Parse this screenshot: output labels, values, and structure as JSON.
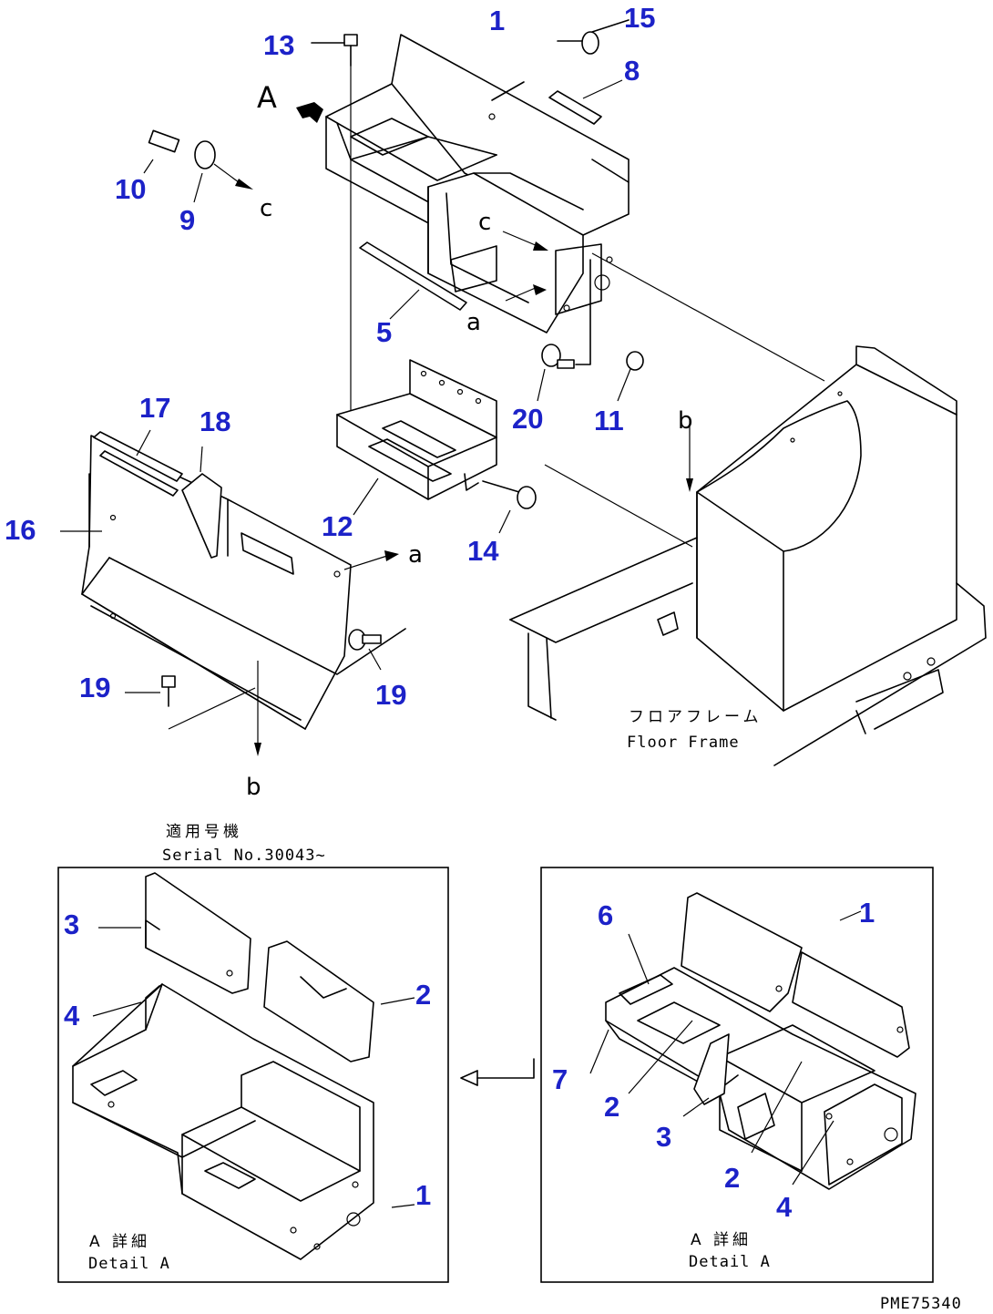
{
  "labels": {
    "n1": "1",
    "n15": "15",
    "n13": "13",
    "n8": "8",
    "n10": "10",
    "n9": "9",
    "n5": "5",
    "n20": "20",
    "n11": "11",
    "n17": "17",
    "n18": "18",
    "n16": "16",
    "n12": "12",
    "n14": "14",
    "n19a": "19",
    "n19b": "19",
    "dl_3": "3",
    "dl_4": "4",
    "dl_2": "2",
    "dl_1": "1",
    "dr_6": "6",
    "dr_1": "1",
    "dr_7": "7",
    "dr_2a": "2",
    "dr_3": "3",
    "dr_2b": "2",
    "dr_4": "4"
  },
  "letters": {
    "A": "A",
    "c1": "c",
    "c2": "c",
    "a1": "a",
    "a2": "a",
    "b1": "b",
    "b2": "b"
  },
  "captions": {
    "floor_jp": "フロアフレーム",
    "floor_en": "Floor Frame",
    "serial_jp": "適用号機",
    "serial_en": "Serial No.30043~",
    "detail_left_jp": "A 詳細",
    "detail_left_en": "Detail A",
    "detail_right_jp": "A 詳細",
    "detail_right_en": "Detail A",
    "drawing_code": "PME75340"
  },
  "colors": {
    "callout": "#1c22c8",
    "line": "#000000",
    "background": "#ffffff"
  }
}
